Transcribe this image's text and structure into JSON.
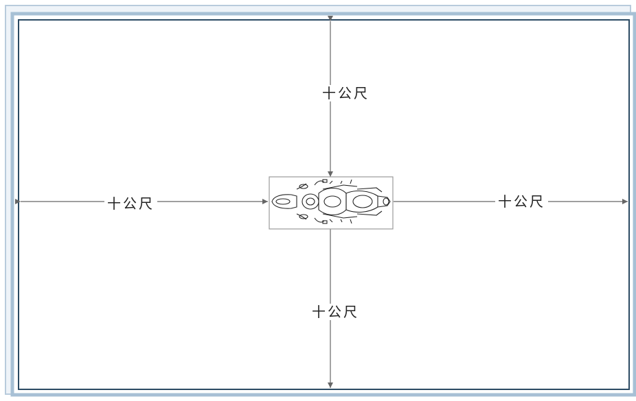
{
  "diagram": {
    "labels": {
      "top": "十公尺",
      "left": "十公尺",
      "right": "十公尺",
      "bottom": "十公尺"
    },
    "icons": {
      "center": "motorcycle-top-view-icon"
    },
    "colors": {
      "outer_border": "#9fb9cf",
      "inner_border": "#2b4a63",
      "arrow": "#666666",
      "center_box": "#999999"
    }
  }
}
